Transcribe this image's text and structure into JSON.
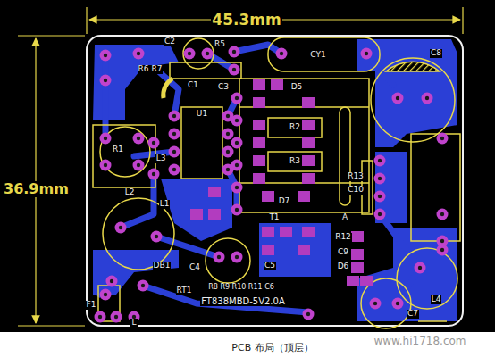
{
  "diagram": {
    "caption": "PCB 布局（顶层）",
    "labels": [
      "45.3mm",
      "36.9mm",
      "C2",
      "R5",
      "CY1",
      "C8",
      "R6 R7",
      "C1",
      "C3",
      "D5",
      "U1",
      "R2",
      "R1",
      "L3",
      "R3",
      "R13",
      "L2",
      "C10",
      "L1",
      "D7",
      "T1",
      "A",
      "R12",
      "C9",
      "D6",
      "DB1",
      "C4",
      "C5",
      "RT1",
      "R8 R9 R10 R11 C6",
      "FT838MBD-5V2.0A",
      "F1",
      "L",
      "C7",
      "L4",
      "www.hi1718.com"
    ]
  }
}
